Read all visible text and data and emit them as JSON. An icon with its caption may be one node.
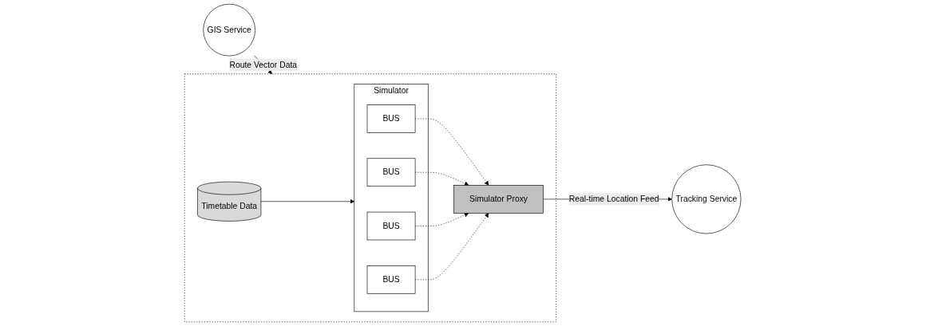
{
  "diagram": {
    "nodes": [
      {
        "text": [
          "GIS Service"
        ]
      },
      {
        "text": [],
        "shape": "box"
      },
      {
        "text": [
          "Simulator"
        ],
        "in": 1
      },
      {
        "text": [
          "BUS"
        ],
        "in": 2
      },
      {
        "text": [
          "BUS"
        ],
        "in": 2
      },
      {
        "text": [
          "BUS"
        ],
        "in": 2
      },
      {
        "text": [
          "BUS"
        ],
        "in": 2
      },
      {
        "text": [
          "Timetable Data"
        ],
        "in": 1
      },
      {
        "text": [
          "Simulator Proxy"
        ],
        "in": 1
      },
      {
        "text": [
          "Tracking Service"
        ]
      }
    ],
    "edges": [
      {
        "from": 0,
        "to": 1,
        "arrow": "to",
        "label": "Route Vector Data"
      },
      {
        "from": 7,
        "to": 2,
        "arrow": "to"
      },
      {
        "from": 3,
        "to": 8,
        "arrow": "to",
        "style": "dashed"
      },
      {
        "from": 4,
        "to": 8,
        "arrow": "to",
        "style": "dashed"
      },
      {
        "from": 5,
        "to": 8,
        "arrow": "to",
        "style": "dashed"
      },
      {
        "from": 6,
        "to": 8,
        "arrow": "to",
        "style": "dashed"
      },
      {
        "from": 8,
        "to": 9,
        "arrow": "to",
        "label": "Real-time Location Feed"
      }
    ]
  }
}
